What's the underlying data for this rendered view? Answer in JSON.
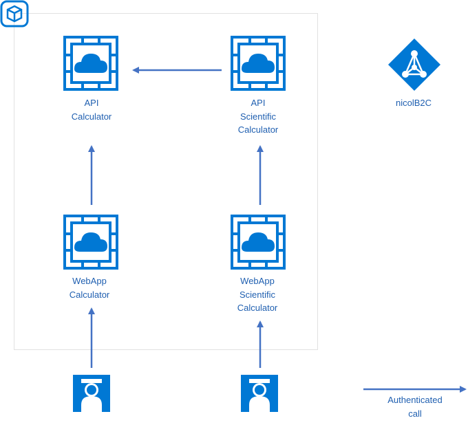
{
  "colors": {
    "accent": "#0078D4",
    "arrow": "#4472C4",
    "text": "#1F5FB0",
    "group_border": "#E1E1E1"
  },
  "group": {
    "icon": "cube-icon"
  },
  "services": {
    "api_calculator": {
      "icon": "app-service-icon",
      "lines": [
        "API",
        "Calculator"
      ]
    },
    "api_scientific": {
      "icon": "app-service-icon",
      "lines": [
        "API",
        "Scientific",
        "Calculator"
      ]
    },
    "webapp_calculator": {
      "icon": "app-service-icon",
      "lines": [
        "WebApp",
        "Calculator"
      ]
    },
    "webapp_scientific": {
      "icon": "app-service-icon",
      "lines": [
        "WebApp",
        "Scientific",
        "Calculator"
      ]
    }
  },
  "identity": {
    "icon": "azure-ad-b2c-icon",
    "label": "nicolB2C"
  },
  "users": [
    {
      "icon": "user-icon"
    },
    {
      "icon": "user-icon"
    }
  ],
  "legend": {
    "lines": [
      "Authenticated",
      "call"
    ]
  }
}
